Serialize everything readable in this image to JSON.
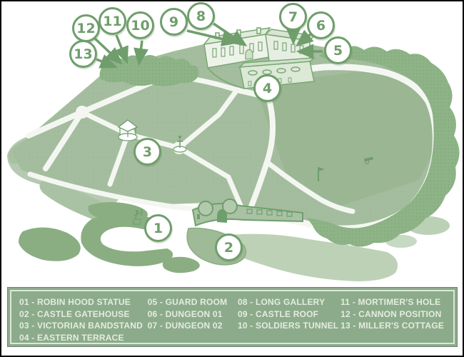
{
  "map": {
    "markers": [
      {
        "number": "1"
      },
      {
        "number": "2"
      },
      {
        "number": "3"
      },
      {
        "number": "4"
      },
      {
        "number": "5"
      },
      {
        "number": "6"
      },
      {
        "number": "7"
      },
      {
        "number": "8"
      },
      {
        "number": "9"
      },
      {
        "number": "10"
      },
      {
        "number": "11"
      },
      {
        "number": "12"
      },
      {
        "number": "13"
      }
    ],
    "icons": {
      "robin_hood_statue": "statue-with-bow",
      "victorian_bandstand": "gazebo",
      "fountain_statue": "statue-on-round-base",
      "castle_buildings": "isometric-castle",
      "castle_gatehouse": "twin-tower-gate",
      "cannon": "cannon",
      "flag_monument": "flag-pole"
    }
  },
  "legend": {
    "columns": [
      {
        "items": [
          "01 - ROBIN HOOD STATUE",
          "02 - CASTLE GATEHOUSE",
          "03 - VICTORIAN BANDSTAND",
          "04 - EASTERN TERRACE"
        ]
      },
      {
        "items": [
          "05 - GUARD ROOM",
          "06 - DUNGEON 01",
          "07 - DUNGEON 02"
        ]
      },
      {
        "items": [
          "08 - LONG GALLERY",
          "09 - CASTLE ROOF",
          "10 - SOLDIERS TUNNEL"
        ]
      },
      {
        "items": [
          "11 - MORTIMER'S HOLE",
          "12 - CANNON POSITION",
          "13 - MILLER'S COTTAGE"
        ]
      }
    ]
  },
  "colors": {
    "accent_green": "#6f9e6c",
    "grass": "#a4bd9e",
    "grass_shade": "#9ab592",
    "trees": "#8db386",
    "hedge": "#8aae82",
    "cliff": "#b5cab0",
    "path": "#f4f7f1",
    "building": "#edf2e9",
    "legend_background": "#8cab8a",
    "legend_text": "#e4ece2",
    "frame": "#000000"
  }
}
